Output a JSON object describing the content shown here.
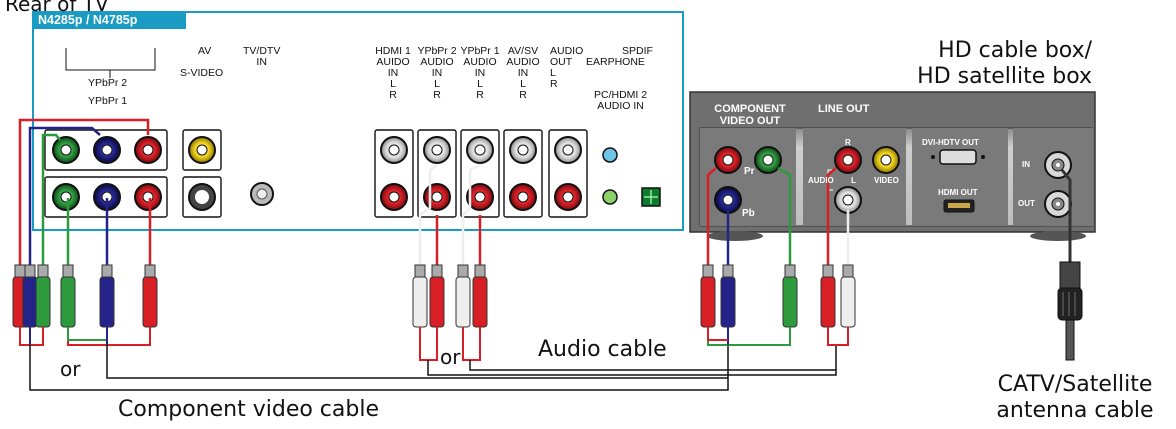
{
  "tv": {
    "header_partial": "Rear of TV",
    "model": "N4285p / N4785p",
    "labels": {
      "ypbpr2": "YPbPr 2",
      "ypbpr1": "YPbPr 1",
      "av": "AV",
      "svideo": "S-VIDEO",
      "tvdtv": "TV/DTV\nIN",
      "hdmi1": "HDMI 1\nAUIDO\nIN\nL\nR",
      "ypbpr2audio": "YPbPr 2\nAUDIO\nIN\nL\nR",
      "ypbpr1audio": "YPbPr 1\nAUDIO\nIN\nL\nR",
      "avsv": "AV/SV\nAUDIO\nIN\nL\nR",
      "audioout": "AUDIO\nOUT\nL\nR",
      "spdif": "SPDIF",
      "earphone": "EARPHONE",
      "pchdmi2": "PC/HDMI 2\nAUDIO IN"
    }
  },
  "box": {
    "title": "HD cable box/\nHD satellite box",
    "component_video_out": "COMPONENT\nVIDEO OUT",
    "line_out": "LINE OUT",
    "pr": "Pr",
    "pb": "Pb",
    "r": "R",
    "audio": "AUDIO",
    "l": "L",
    "video": "VIDEO",
    "dvi_hdtv_out": "DVI-HDTV OUT",
    "hdmi_out": "HDMI OUT",
    "in": "IN",
    "out": "OUT"
  },
  "cables": {
    "or_left": "or",
    "or_middle": "or",
    "audio_cable": "Audio cable",
    "component_video_cable": "Component video cable",
    "catv": "CATV/Satellite\nantenna cable"
  },
  "colors": {
    "tv_border": "#1a9bc4",
    "model_bg": "#1a9bc4",
    "box_bg": "#6f6f6f",
    "red": "#d81f26",
    "green": "#2e9a3e",
    "blue": "#23238a",
    "yellow": "#f2d21b",
    "white": "#eeeeee"
  }
}
